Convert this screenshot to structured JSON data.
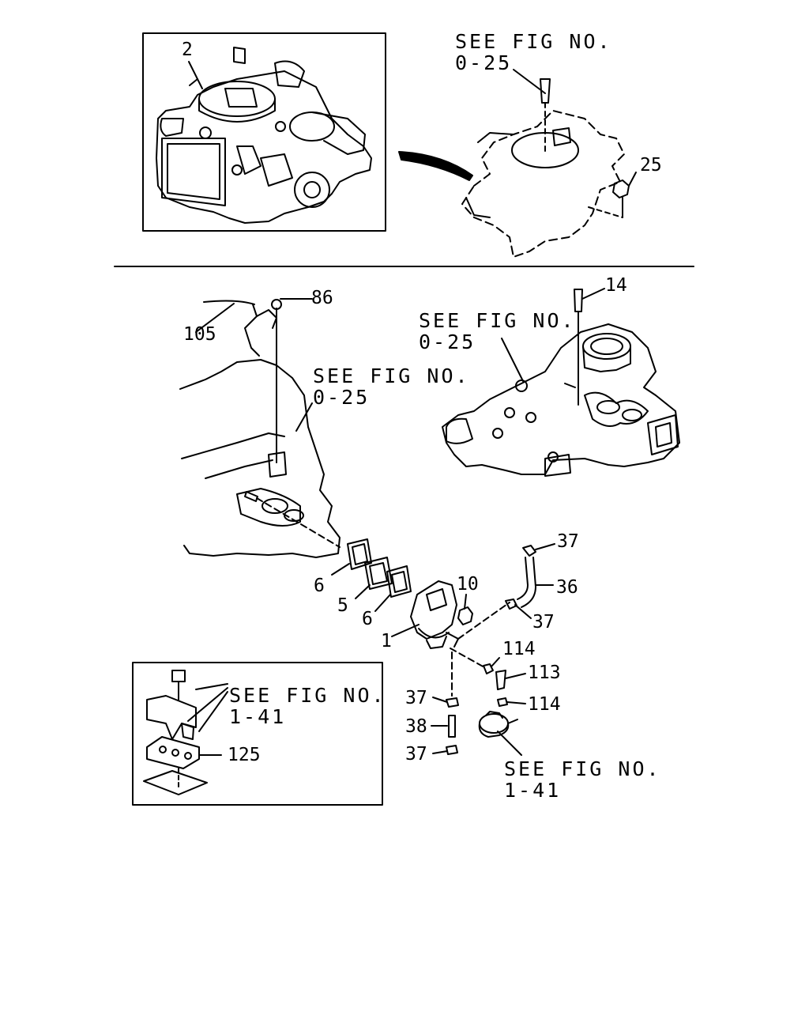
{
  "top": {
    "carb_label": "2",
    "see_fig_a": {
      "line1": "SEE FIG NO.",
      "line2": "0-25"
    },
    "nut_label": "25"
  },
  "bottom": {
    "stud_label": "14",
    "see_fig_b": {
      "line1": "SEE FIG NO.",
      "line2": "0-25"
    },
    "see_fig_c": {
      "line1": "SEE FIG NO.",
      "line2": "0-25"
    },
    "rod_label": "86",
    "hose_label": "105",
    "gasket_6a": "6",
    "plate_5": "5",
    "gasket_6b": "6",
    "pump_1": "1",
    "nut_10": "10",
    "clip_37a": "37",
    "hose_36": "36",
    "clip_37b": "37",
    "clip_114a": "114",
    "hose_113": "113",
    "clip_114b": "114",
    "clip_37c": "37",
    "hose_38": "38",
    "clip_37d": "37",
    "see_fig_d": {
      "line1": "SEE FIG NO.",
      "line2": "1-41"
    }
  },
  "inset": {
    "see_fig_e": {
      "line1": "SEE FIG NO.",
      "line2": "1-41"
    },
    "bracket_125": "125"
  }
}
